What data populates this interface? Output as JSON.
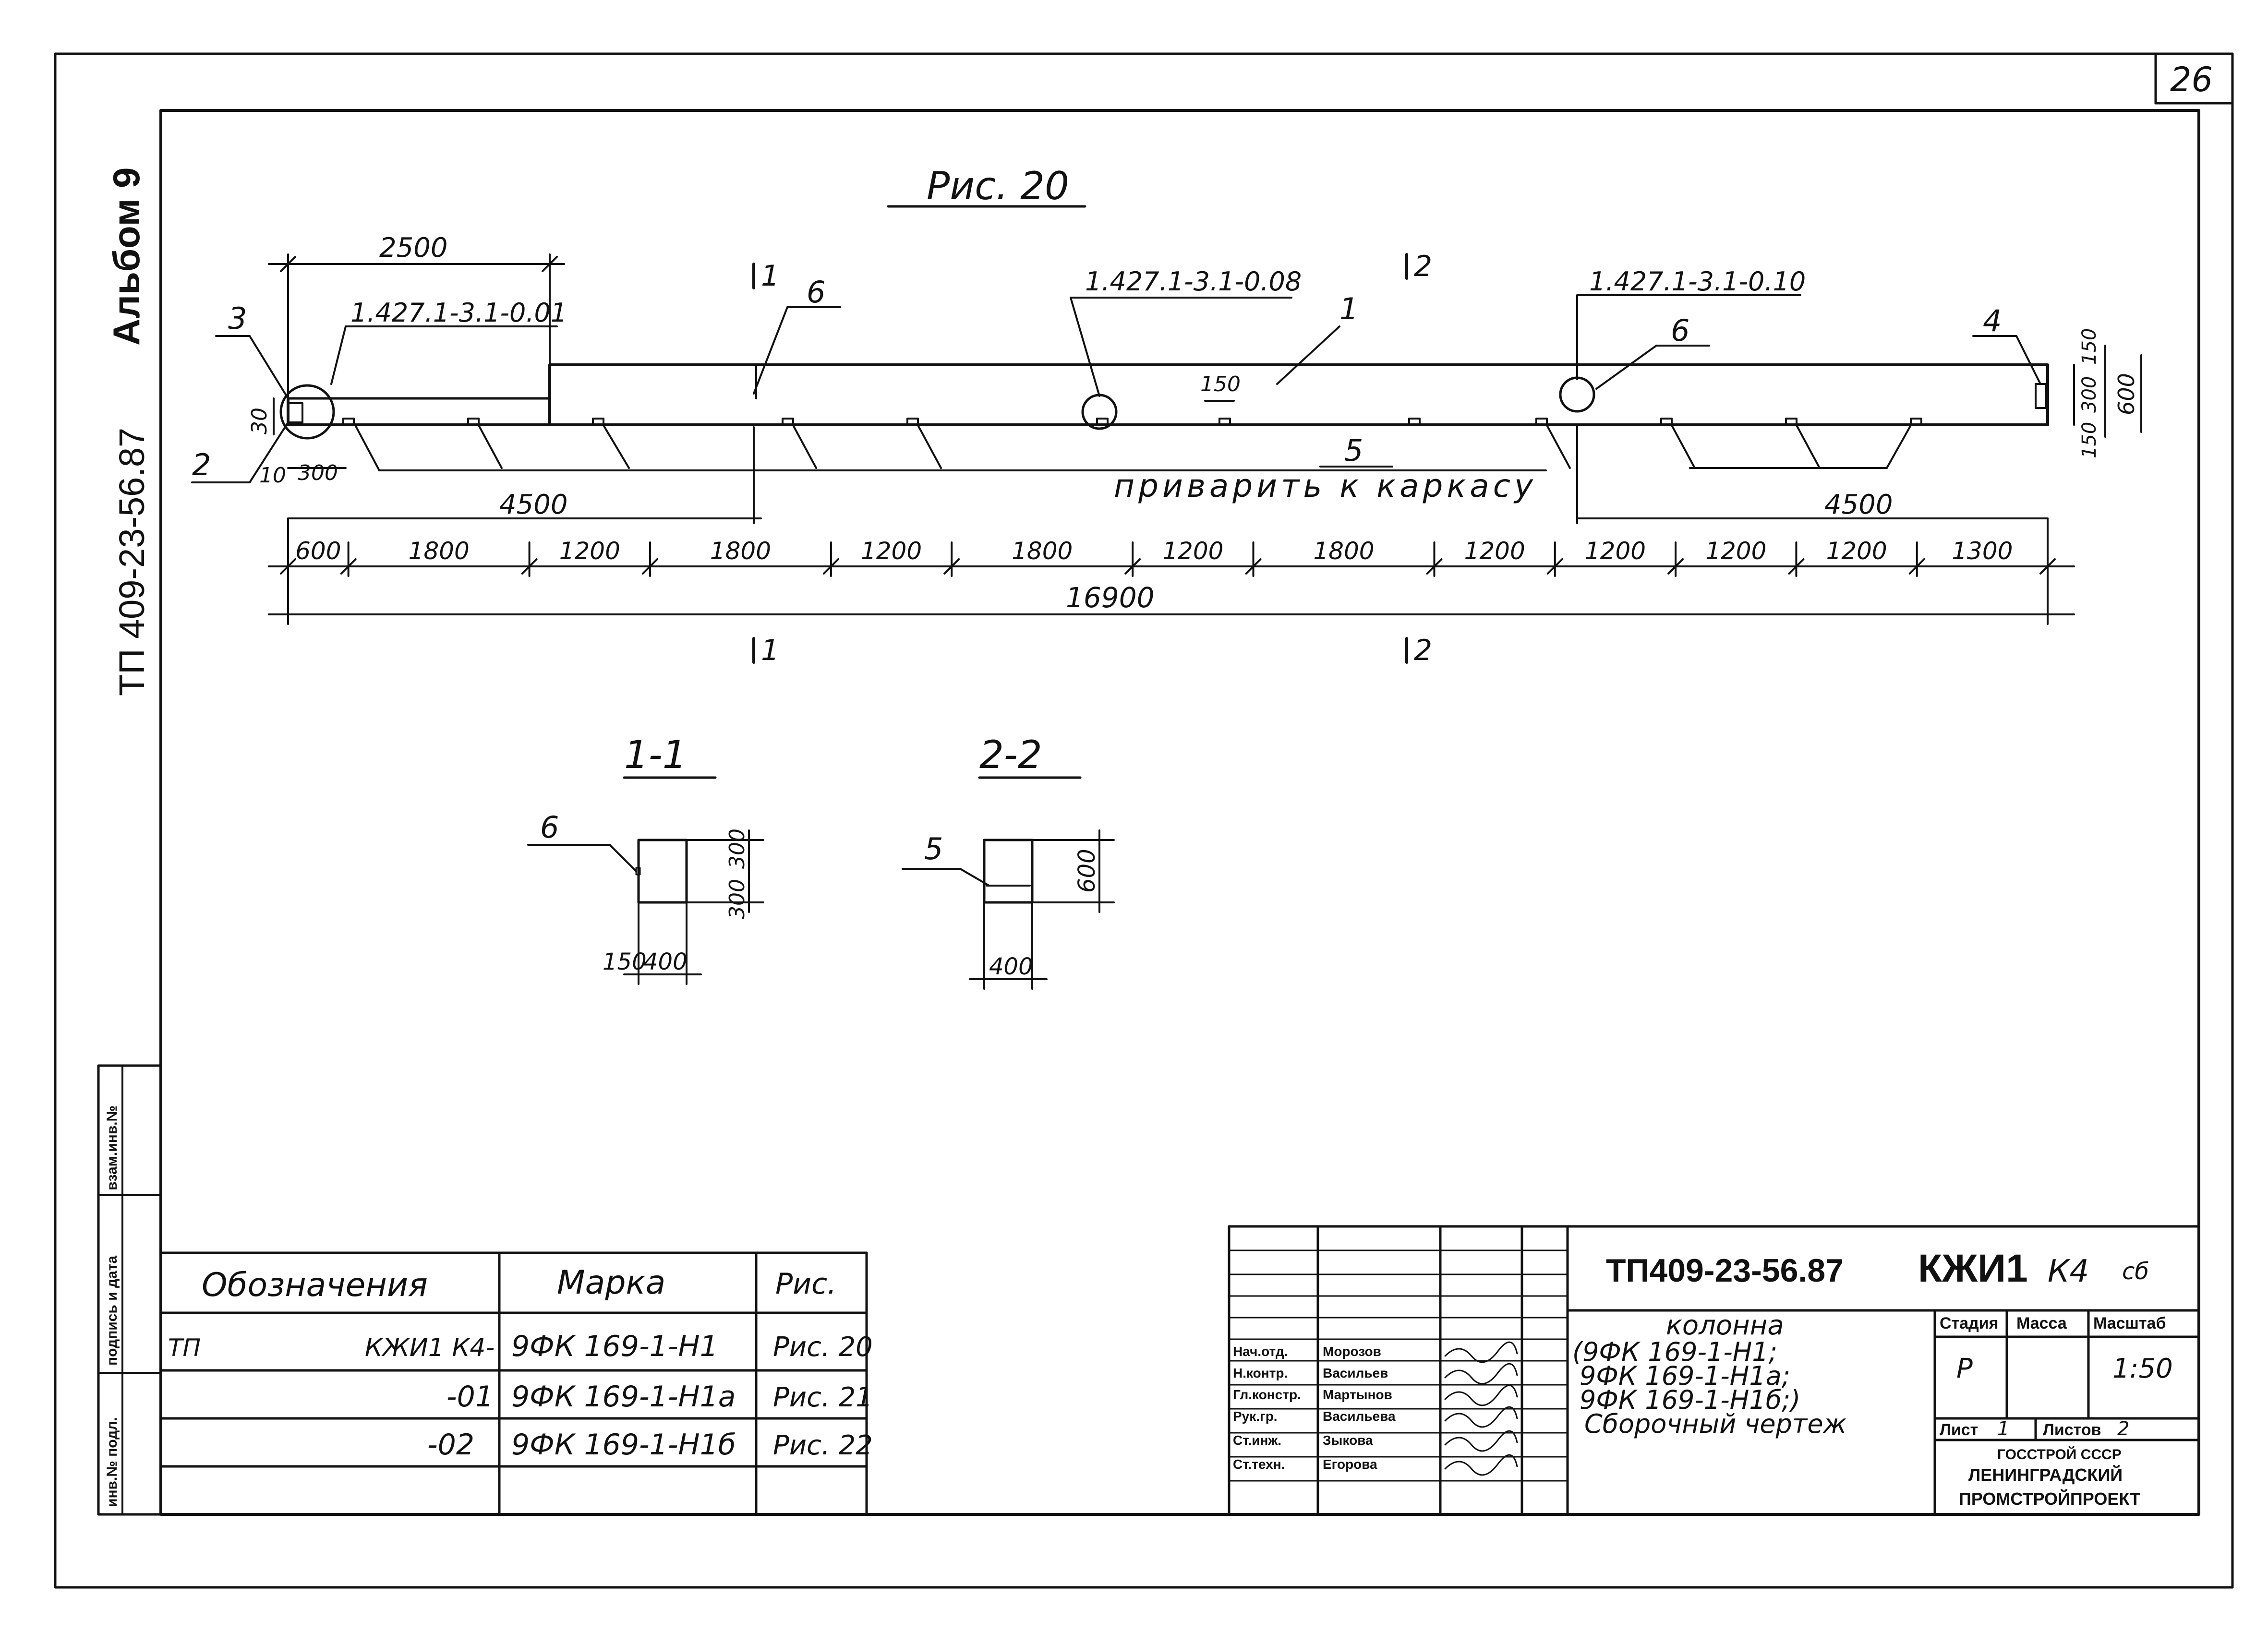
{
  "sheet": {
    "page_number": "26",
    "album": "Альбом 9",
    "doc_code_vertical": "ТП 409-23-56.87",
    "stamp_margin_labels": [
      "инв.№ подл.",
      "подпись и дата",
      "взам.инв.№"
    ]
  },
  "figure": {
    "title": "Рис. 20",
    "total_length": "16900",
    "top_dim": "2500",
    "left_overall": "4500",
    "right_overall": "4500",
    "small_dims": [
      "10",
      "300",
      "30"
    ],
    "bottom_chain": [
      "600",
      "1800",
      "1200",
      "1800",
      "1200",
      "1800",
      "1200",
      "1800",
      "1200",
      "1200",
      "1200",
      "1200",
      "1300"
    ],
    "right_height_dims": [
      "150",
      "300",
      "150",
      "600"
    ],
    "dim_150": "150",
    "refs": {
      "ref_left": "1.427.1-3.1-0.01",
      "ref_mid": "1.427.1-3.1-0.08",
      "ref_right": "1.427.1-3.1-0.10"
    },
    "weld_note": "приварить к каркасу",
    "positions": [
      "1",
      "2",
      "3",
      "4",
      "5",
      "6",
      "6"
    ],
    "section_marks": [
      "1",
      "1",
      "2",
      "2"
    ]
  },
  "sections": [
    {
      "title": "1-1",
      "pos": "6",
      "dims": [
        "300",
        "300",
        "150",
        "400"
      ]
    },
    {
      "title": "2-2",
      "pos": "5",
      "dims": [
        "600",
        "400"
      ]
    }
  ],
  "spec_table": {
    "headers": [
      "Обозначения",
      "Марка",
      "Рис."
    ],
    "rows": [
      {
        "designation_prefix": "ТП",
        "designation": "КЖИ1 К4-",
        "mark": "9ФК 169-1-Н1",
        "fig": "Рис. 20"
      },
      {
        "designation_prefix": "",
        "designation": "-01",
        "mark": "9ФК 169-1-Н1а",
        "fig": "Рис. 21"
      },
      {
        "designation_prefix": "",
        "designation": "-02",
        "mark": "9ФК 169-1-Н1б",
        "fig": "Рис. 22"
      }
    ]
  },
  "title_block": {
    "doc_code": "ТП409-23-56.87",
    "doc_suffix": "КЖИ1",
    "doc_suffix_hand": "К4",
    "doc_suffix_sb": "сб",
    "name_lines": [
      "колонна",
      "(9ФК 169-1-Н1;",
      "9ФК 169-1-Н1а;",
      "9ФК 169-1-Н1б;)",
      "Сборочный чертеж"
    ],
    "stage_header": "Стадия",
    "mass_header": "Масса",
    "scale_header": "Масштаб",
    "stage": "Р",
    "mass": "",
    "scale": "1:50",
    "sheet_label": "Лист",
    "sheet_value": "1",
    "sheets_label": "Листов",
    "sheets_value": "2",
    "org_lines": [
      "ГОССТРОЙ СССР",
      "ЛЕНИНГРАДСКИЙ",
      "ПРОМСТРОЙПРОЕКТ"
    ],
    "signatures": [
      {
        "role": "Нач.отд.",
        "name": "Морозов"
      },
      {
        "role": "Н.контр.",
        "name": "Васильев"
      },
      {
        "role": "Гл.констр.",
        "name": "Мартынов"
      },
      {
        "role": "Рук.гр.",
        "name": "Васильева"
      },
      {
        "role": "Ст.инж.",
        "name": "Зыкова"
      },
      {
        "role": "Ст.техн.",
        "name": "Егорова"
      }
    ]
  }
}
